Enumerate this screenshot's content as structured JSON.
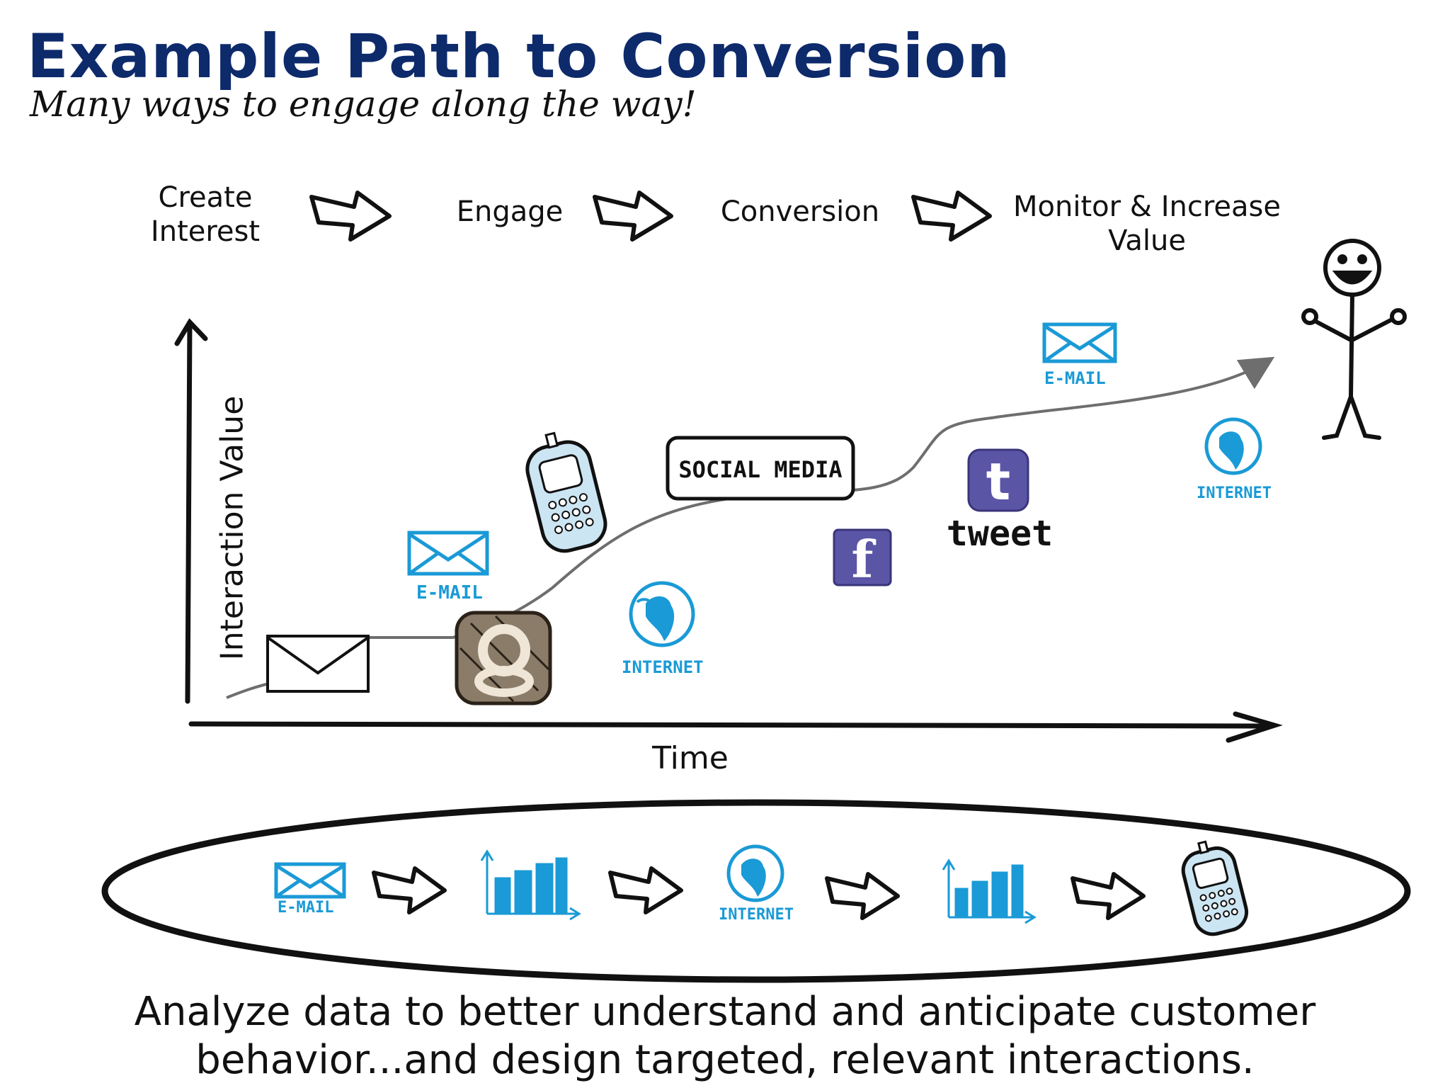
{
  "header": {
    "title": "Example Path to Conversion",
    "subtitle": "Many ways to engage along the way!"
  },
  "stages": [
    {
      "line1": "Create",
      "line2": "Interest"
    },
    {
      "line1": "Engage",
      "line2": ""
    },
    {
      "line1": "Conversion",
      "line2": ""
    },
    {
      "line1": "Monitor & Increase",
      "line2": "Value"
    }
  ],
  "axes": {
    "x_label": "Time",
    "y_label": "Interaction Value"
  },
  "touchpoints": {
    "email_label": "E-MAIL",
    "internet_label": "INTERNET",
    "social_media_label": "SOCIAL MEDIA",
    "tweet_label": "tweet",
    "facebook_letter": "f",
    "twitter_letter": "t"
  },
  "colors": {
    "title": "#0d2a6b",
    "icon_blue": "#1a9ad6",
    "social_purple": "#5b55a6",
    "ink": "#111111",
    "curve": "#6e6e6e"
  },
  "footer": {
    "line1": "Analyze data to better understand and anticipate customer",
    "line2": "behavior...and design targeted, relevant interactions."
  }
}
